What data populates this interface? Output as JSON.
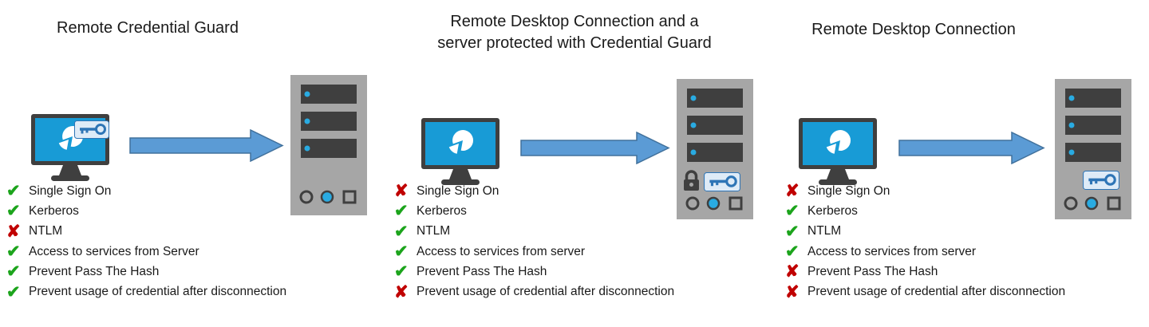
{
  "colors": {
    "check_green": "#1ca41c",
    "cross_red": "#c00000",
    "arrow_fill": "#5b9bd5",
    "arrow_border": "#41719c",
    "screen_blue": "#189bd6",
    "device_dark": "#3f3f3f",
    "server_gray": "#a6a6a6",
    "led_blue": "#29abe2",
    "key_blue": "#2e75b6",
    "badge_bg": "#deebf7",
    "text": "#1a1a1a"
  },
  "icons": {
    "check": "✔",
    "cross": "✘",
    "client": "monitor-with-pie-chart-icon",
    "server": "server-tower-icon",
    "key": "key-icon",
    "lock": "lock-icon",
    "arrow": "right-block-arrow-icon"
  },
  "panels": [
    {
      "title_lines": [
        "Remote Credential Guard"
      ],
      "client": {
        "icon": "monitor-pie-chart",
        "badge": "key"
      },
      "server": {
        "icon": "server-tower",
        "badges": []
      },
      "items": [
        {
          "mark": "✔",
          "status": "yes",
          "label": "Single Sign On"
        },
        {
          "mark": "✔",
          "status": "yes",
          "label": "Kerberos"
        },
        {
          "mark": "✘",
          "status": "no",
          "label": "NTLM"
        },
        {
          "mark": "✔",
          "status": "yes",
          "label": "Access to services from Server"
        },
        {
          "mark": "✔",
          "status": "yes",
          "label": "Prevent Pass The Hash"
        },
        {
          "mark": "✔",
          "status": "yes",
          "label": "Prevent usage of credential after disconnection"
        }
      ]
    },
    {
      "title_lines": [
        "Remote Desktop Connection and a",
        "server protected with Credential Guard"
      ],
      "client": {
        "icon": "monitor-pie-chart",
        "badge": null
      },
      "server": {
        "icon": "server-tower",
        "badges": [
          "lock",
          "key"
        ]
      },
      "items": [
        {
          "mark": "✘",
          "status": "no",
          "label": "Single Sign On"
        },
        {
          "mark": "✔",
          "status": "yes",
          "label": "Kerberos"
        },
        {
          "mark": "✔",
          "status": "yes",
          "label": "NTLM"
        },
        {
          "mark": "✔",
          "status": "yes",
          "label": "Access to services from server"
        },
        {
          "mark": "✔",
          "status": "yes",
          "label": "Prevent Pass The Hash"
        },
        {
          "mark": "✘",
          "status": "no",
          "label": "Prevent usage of credential after disconnection"
        }
      ]
    },
    {
      "title_lines": [
        "Remote Desktop Connection"
      ],
      "client": {
        "icon": "monitor-pie-chart",
        "badge": null
      },
      "server": {
        "icon": "server-tower",
        "badges": [
          "key"
        ]
      },
      "items": [
        {
          "mark": "✘",
          "status": "no",
          "label": "Single Sign On"
        },
        {
          "mark": "✔",
          "status": "yes",
          "label": "Kerberos"
        },
        {
          "mark": "✔",
          "status": "yes",
          "label": "NTLM"
        },
        {
          "mark": "✔",
          "status": "yes",
          "label": "Access to services from server"
        },
        {
          "mark": "✘",
          "status": "no",
          "label": "Prevent Pass The Hash"
        },
        {
          "mark": "✘",
          "status": "no",
          "label": "Prevent usage of credential after disconnection"
        }
      ]
    }
  ]
}
